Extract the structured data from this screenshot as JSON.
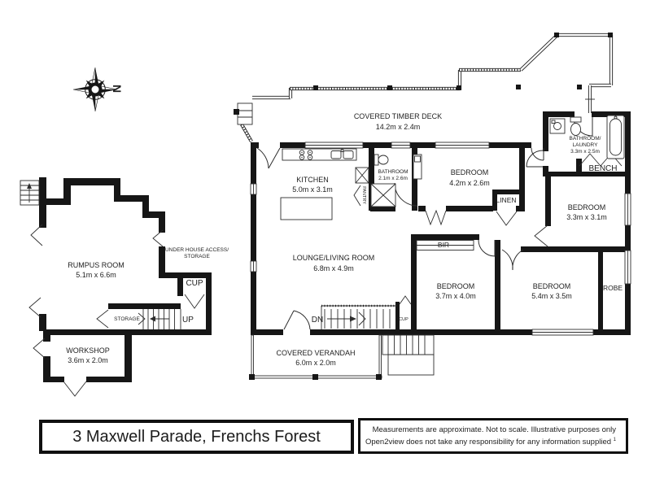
{
  "title_bar": {
    "address": "3 Maxwell Parade, Frenchs Forest"
  },
  "disclaimer": {
    "line1": "Measurements are approximate. Not to scale. Illustrative purposes only",
    "line2": "Open2view does not take any responsibility for any information supplied",
    "footnote": "1"
  },
  "compass": {
    "north_label": "N"
  },
  "rooms": {
    "deck": {
      "name": "COVERED TIMBER DECK",
      "dims": "14.2m x 2.4m"
    },
    "kitchen": {
      "name": "KITCHEN",
      "dims": "5.0m x 3.1m"
    },
    "bathroom_main": {
      "name": "BATHROOM",
      "dims": "2.1m x 2.6m"
    },
    "bedroom1": {
      "name": "BEDROOM",
      "dims": "4.2m x 2.6m"
    },
    "bathroom_laundry": {
      "name_line1": "BATHROOM/",
      "name_line2": "LAUNDRY",
      "dims": "3.3m x 2.5m"
    },
    "bedroom2": {
      "name": "BEDROOM",
      "dims": "3.3m x 3.1m"
    },
    "lounge": {
      "name": "LOUNGE/LIVING ROOM",
      "dims": "6.8m x 4.9m"
    },
    "bedroom3": {
      "name": "BEDROOM",
      "dims": "3.7m x 4.0m"
    },
    "bedroom4": {
      "name": "BEDROOM",
      "dims": "5.4m x 3.5m"
    },
    "rumpus": {
      "name": "RUMPUS ROOM",
      "dims": "5.1m x 6.6m"
    },
    "workshop": {
      "name": "WORKSHOP",
      "dims": "3.6m x 2.0m"
    },
    "verandah": {
      "name": "COVERED VERANDAH",
      "dims": "6.0m x 2.0m"
    }
  },
  "features": {
    "linen": "LINEN",
    "bench": "BENCH",
    "robe": "ROBE",
    "bir": "BIR",
    "cup_hall": "CUP",
    "cup_lower": "CUP",
    "pantry": "PANTRY",
    "storage_stairs": "STORAGE",
    "up": "UP",
    "dn": "DN",
    "under_house_line1": "UNDER HOUSE ACCESS/",
    "under_house_line2": "STORAGE"
  }
}
